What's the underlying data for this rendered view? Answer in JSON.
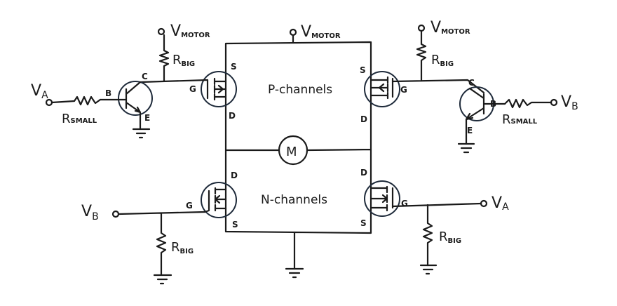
{
  "diagram": {
    "labels": {
      "v_motor": "V",
      "v_motor_sub": "MOTOR",
      "v_a": "V",
      "v_a_sub": "A",
      "v_b": "V",
      "v_b_sub": "B",
      "r": "R",
      "r_big_sub": "BIG",
      "r_small_sub": "SMALL",
      "p_channels": "P-channels",
      "n_channels": "N-channels",
      "motor": "M",
      "pin_b": "B",
      "pin_c": "C",
      "pin_e": "E",
      "pin_g": "G",
      "pin_s": "S",
      "pin_d": "D"
    },
    "stroke_color": "#1a1a1a",
    "background": "#ffffff"
  }
}
